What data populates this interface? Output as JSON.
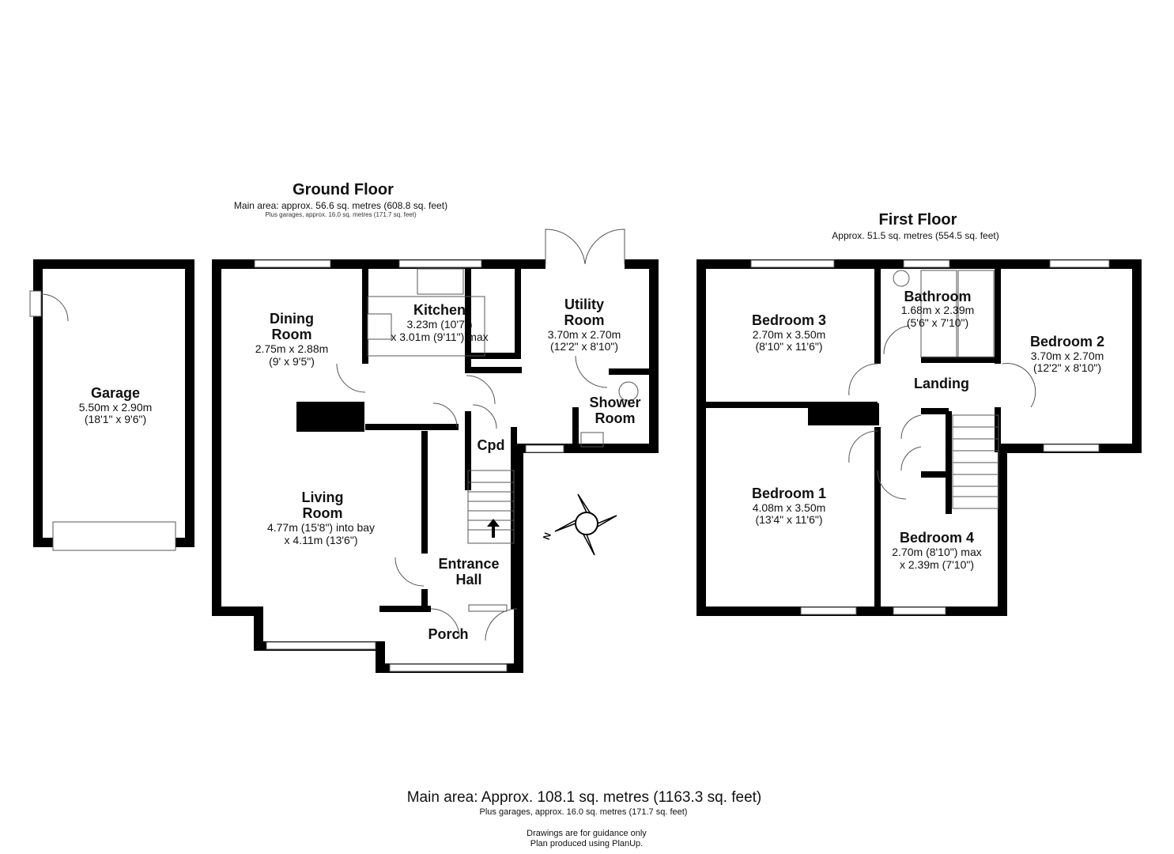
{
  "ground_floor": {
    "title": "Ground Floor",
    "area": "Main area: approx. 56.6 sq. metres (608.8 sq. feet)",
    "garages": "Plus garages, approx. 16.0 sq. metres (171.7 sq. feet)"
  },
  "first_floor": {
    "title": "First Floor",
    "area": "Approx. 51.5 sq. metres (554.5 sq. feet)"
  },
  "rooms": {
    "garage": {
      "name": "Garage",
      "dim1": "5.50m x 2.90m",
      "dim2": "(18'1\" x 9'6\")"
    },
    "dining": {
      "name1": "Dining",
      "name2": "Room",
      "dim1": "2.75m x 2.88m",
      "dim2": "(9' x 9'5\")"
    },
    "kitchen": {
      "name": "Kitchen",
      "dim1": "3.23m (10'7\")",
      "dim2": "x 3.01m (9'11\") max"
    },
    "utility": {
      "name1": "Utility",
      "name2": "Room",
      "dim1": "3.70m x 2.70m",
      "dim2": "(12'2\" x 8'10\")"
    },
    "shower": {
      "name1": "Shower",
      "name2": "Room"
    },
    "cpd": {
      "name": "Cpd"
    },
    "living": {
      "name1": "Living",
      "name2": "Room",
      "dim1": "4.77m (15'8\") into bay",
      "dim2": "x 4.11m (13'6\")"
    },
    "hall": {
      "name1": "Entrance",
      "name2": "Hall"
    },
    "porch": {
      "name": "Porch"
    },
    "bedroom3": {
      "name": "Bedroom 3",
      "dim1": "2.70m x 3.50m",
      "dim2": "(8'10\" x 11'6\")"
    },
    "bathroom": {
      "name": "Bathroom",
      "dim1": "1.68m x 2.39m",
      "dim2": "(5'6\" x 7'10\")"
    },
    "bedroom2": {
      "name": "Bedroom 2",
      "dim1": "3.70m x 2.70m",
      "dim2": "(12'2\" x 8'10\")"
    },
    "landing": {
      "name": "Landing"
    },
    "bedroom1": {
      "name": "Bedroom 1",
      "dim1": "4.08m x 3.50m",
      "dim2": "(13'4\" x 11'6\")"
    },
    "bedroom4": {
      "name": "Bedroom 4",
      "dim1": "2.70m (8'10\") max",
      "dim2": "x 2.39m (7'10\")"
    }
  },
  "compass": {
    "north_label": "N"
  },
  "footer": {
    "total": "Main area: Approx. 108.1 sq. metres (1163.3 sq. feet)",
    "garages": "Plus garages, approx. 16.0 sq. metres (171.7 sq. feet)",
    "note1": "Drawings are for guidance only",
    "note2": "Plan produced using PlanUp."
  }
}
